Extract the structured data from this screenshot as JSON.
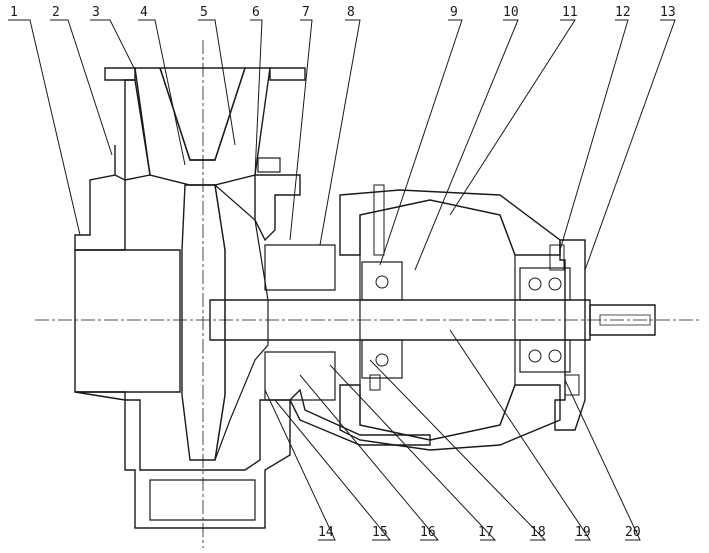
{
  "labels_top": [
    "1",
    "2",
    "3",
    "4",
    "5",
    "6",
    "7",
    "8",
    "9",
    "10",
    "11",
    "12",
    "13"
  ],
  "labels_bottom": [
    "14",
    "15",
    "16",
    "17",
    "18",
    "19",
    "20"
  ],
  "colors": {
    "ink": "#1a1a1a",
    "paper": "#ffffff",
    "hatch": "#1a1a1a"
  }
}
